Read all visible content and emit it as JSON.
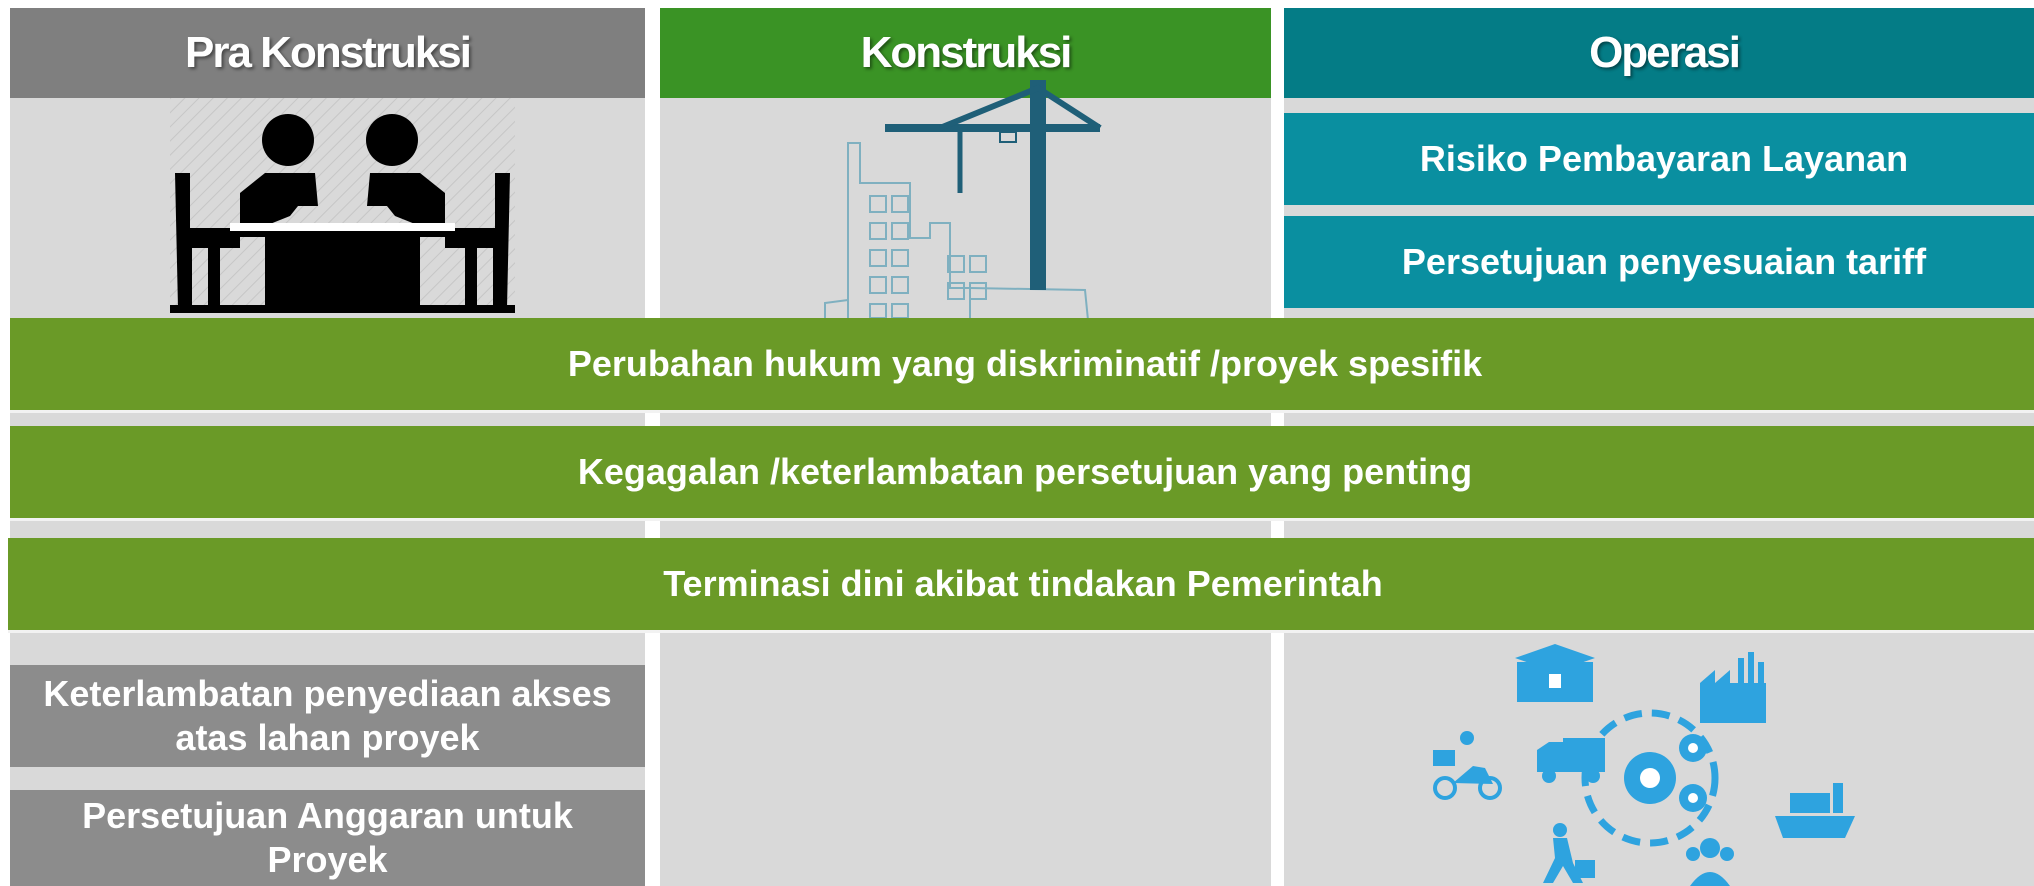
{
  "headers": {
    "pra": "Pra Konstruksi",
    "konstruksi": "Konstruksi",
    "operasi": "Operasi"
  },
  "operasi_items": [
    "Risiko Pembayaran Layanan",
    "Persetujuan penyesuaian tariff"
  ],
  "bands": [
    "Perubahan hukum yang diskriminatif /proyek spesifik",
    "Kegagalan /keterlambatan persetujuan yang penting",
    "Terminasi dini akibat tindakan Pemerintah"
  ],
  "pra_items": [
    "Keterlambatan penyediaan akses atas lahan proyek",
    "Persetujuan Anggaran untuk Proyek"
  ],
  "icons": {
    "pra": "meeting-negotiation-icon",
    "konstruksi": "building-crane-icon",
    "operasi": "logistics-operations-icon"
  },
  "colors": {
    "pra_header": "#7f7f7f",
    "konstruksi_header": "#3a9325",
    "operasi_header": "#047c86",
    "operasi_box": "#0a8fa0",
    "band": "#6a9a27",
    "grey_box": "#8c8c8c",
    "column_bg": "#d9d9d9",
    "icon_blue": "#2ea3df"
  }
}
